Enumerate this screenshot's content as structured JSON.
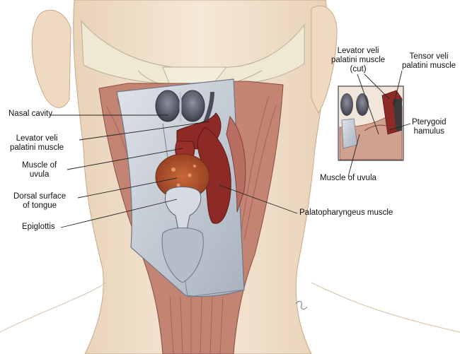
{
  "labels": {
    "nasal_cavity": "Nasal cavity",
    "levator_left_1": "Levator veli",
    "levator_left_2": "palatini muscle",
    "uvula_left_1": "Muscle of",
    "uvula_left_2": "uvula",
    "tongue_1": "Dorsal surface",
    "tongue_2": "of tongue",
    "epiglottis": "Epiglottis",
    "palatopharyngeus": "Palatopharyngeus muscle",
    "levator_inset_1": "Levator veli",
    "levator_inset_2": "palatini muscle",
    "levator_inset_3": "(cut)",
    "tensor_1": "Tensor veli",
    "tensor_2": "palatini muscle",
    "pterygoid_1": "Pterygoid",
    "pterygoid_2": "hamulus",
    "uvula_inset": "Muscle of uvula"
  },
  "colors": {
    "skin": "#f2e3cf",
    "bone": "#eee8d2",
    "muscle_red": "#8e2a26",
    "muscle_pink": "#c98a7c",
    "mucosa": "#c5ccd6",
    "tongue": "#b5552d",
    "line": "#222222"
  }
}
